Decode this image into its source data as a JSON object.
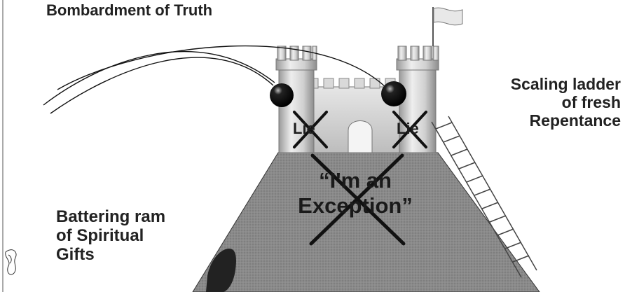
{
  "labels": {
    "bombardment": "Bombardment of Truth",
    "ladder": [
      "Scaling ladder",
      "of fresh",
      "Repentance"
    ],
    "battering_ram": [
      "Battering ram",
      "of Spiritual",
      "Gifts"
    ],
    "lie_left": "Lie",
    "lie_right": "Lie",
    "exception": [
      "“I'm an",
      "Exception”"
    ]
  },
  "colors": {
    "mountain": "#8a8a8a",
    "castle_wall": "#d4d4d4",
    "cannonball": "#111111",
    "cross_mark": "#111111",
    "text": "#222222"
  }
}
